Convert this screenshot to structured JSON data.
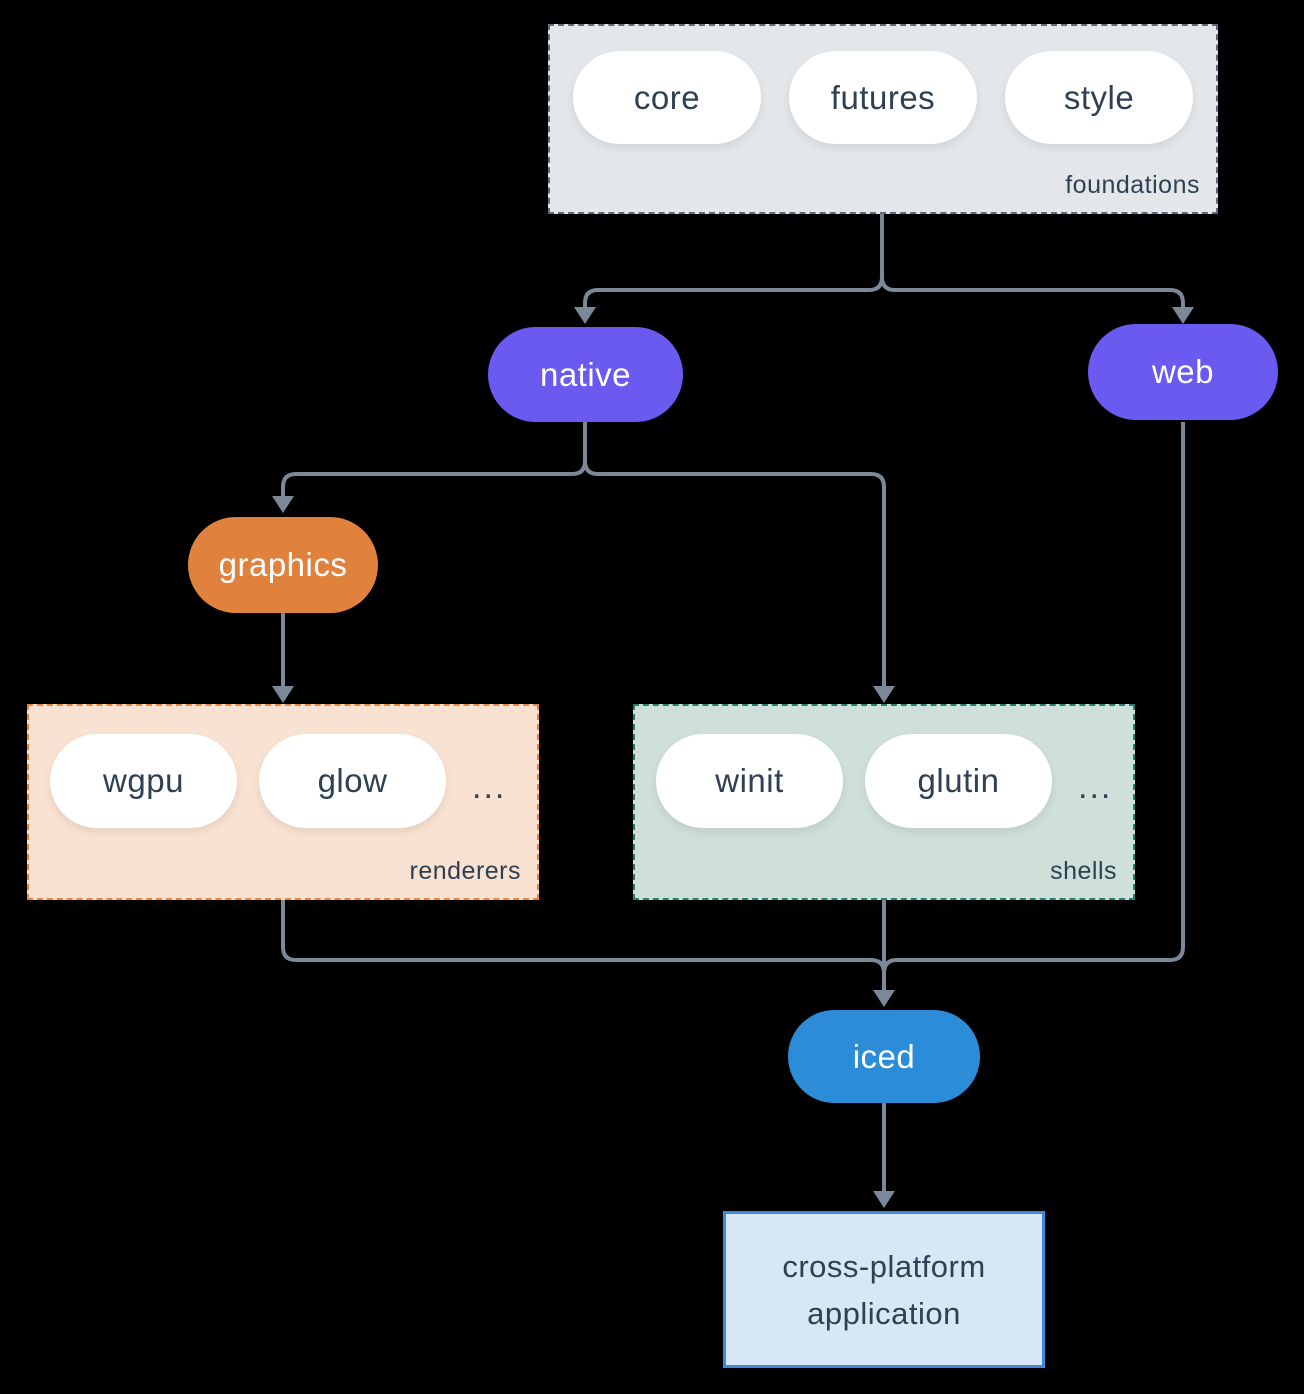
{
  "diagram": {
    "foundations": {
      "label": "foundations",
      "pills": [
        "core",
        "futures",
        "style"
      ]
    },
    "native_label": "native",
    "web_label": "web",
    "graphics_label": "graphics",
    "renderers": {
      "label": "renderers",
      "pills": [
        "wgpu",
        "glow"
      ],
      "ellipsis": "..."
    },
    "shells": {
      "label": "shells",
      "pills": [
        "winit",
        "glutin"
      ],
      "ellipsis": "..."
    },
    "iced_label": "iced",
    "application": {
      "line1": "cross-platform",
      "line2": "application"
    }
  },
  "colors": {
    "background": "#000000",
    "connector": "#7a8898",
    "node_purple": "#6a5af0",
    "node_orange": "#e0813d",
    "node_blue": "#2d8cd8",
    "foundations_fill": "#e3e7ea",
    "foundations_border": "#5c6c7c",
    "renderers_fill": "#f9e2d1",
    "renderers_border": "#e8863f",
    "shells_fill": "#cfdfd9",
    "shells_border": "#26806b",
    "app_fill": "#d8e7f6",
    "app_border": "#3e8bd8",
    "text_dark": "#2e4052",
    "text_light": "#ffffff"
  }
}
